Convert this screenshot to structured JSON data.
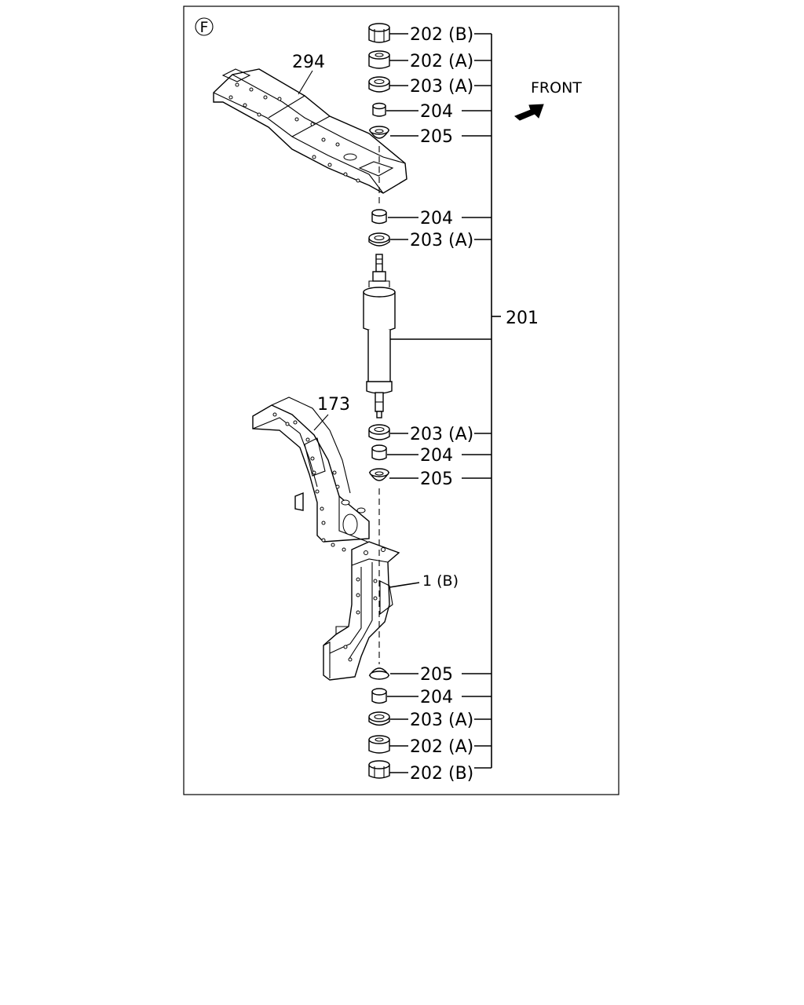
{
  "section_mark": "F",
  "direction_label": "FRONT",
  "labels": {
    "frame_crossmember": "294",
    "bracket": "173",
    "frame_member": "1 (B)",
    "assembly": "201"
  },
  "callouts_top": [
    "202 (B)",
    "202 (A)",
    "203 (A)",
    "204",
    "205"
  ],
  "callouts_upper_mid": [
    "204",
    "203 (A)"
  ],
  "callouts_lower_mid": [
    "203 (A)",
    "204",
    "205"
  ],
  "callouts_bottom": [
    "205",
    "204",
    "203 (A)",
    "202 (A)",
    "202 (B)"
  ],
  "colors": {
    "line": "#000000",
    "background": "#ffffff"
  },
  "icons": [
    "front-arrow-icon",
    "shock-absorber-icon",
    "nut-icon",
    "washer-icon",
    "bushing-icon"
  ]
}
